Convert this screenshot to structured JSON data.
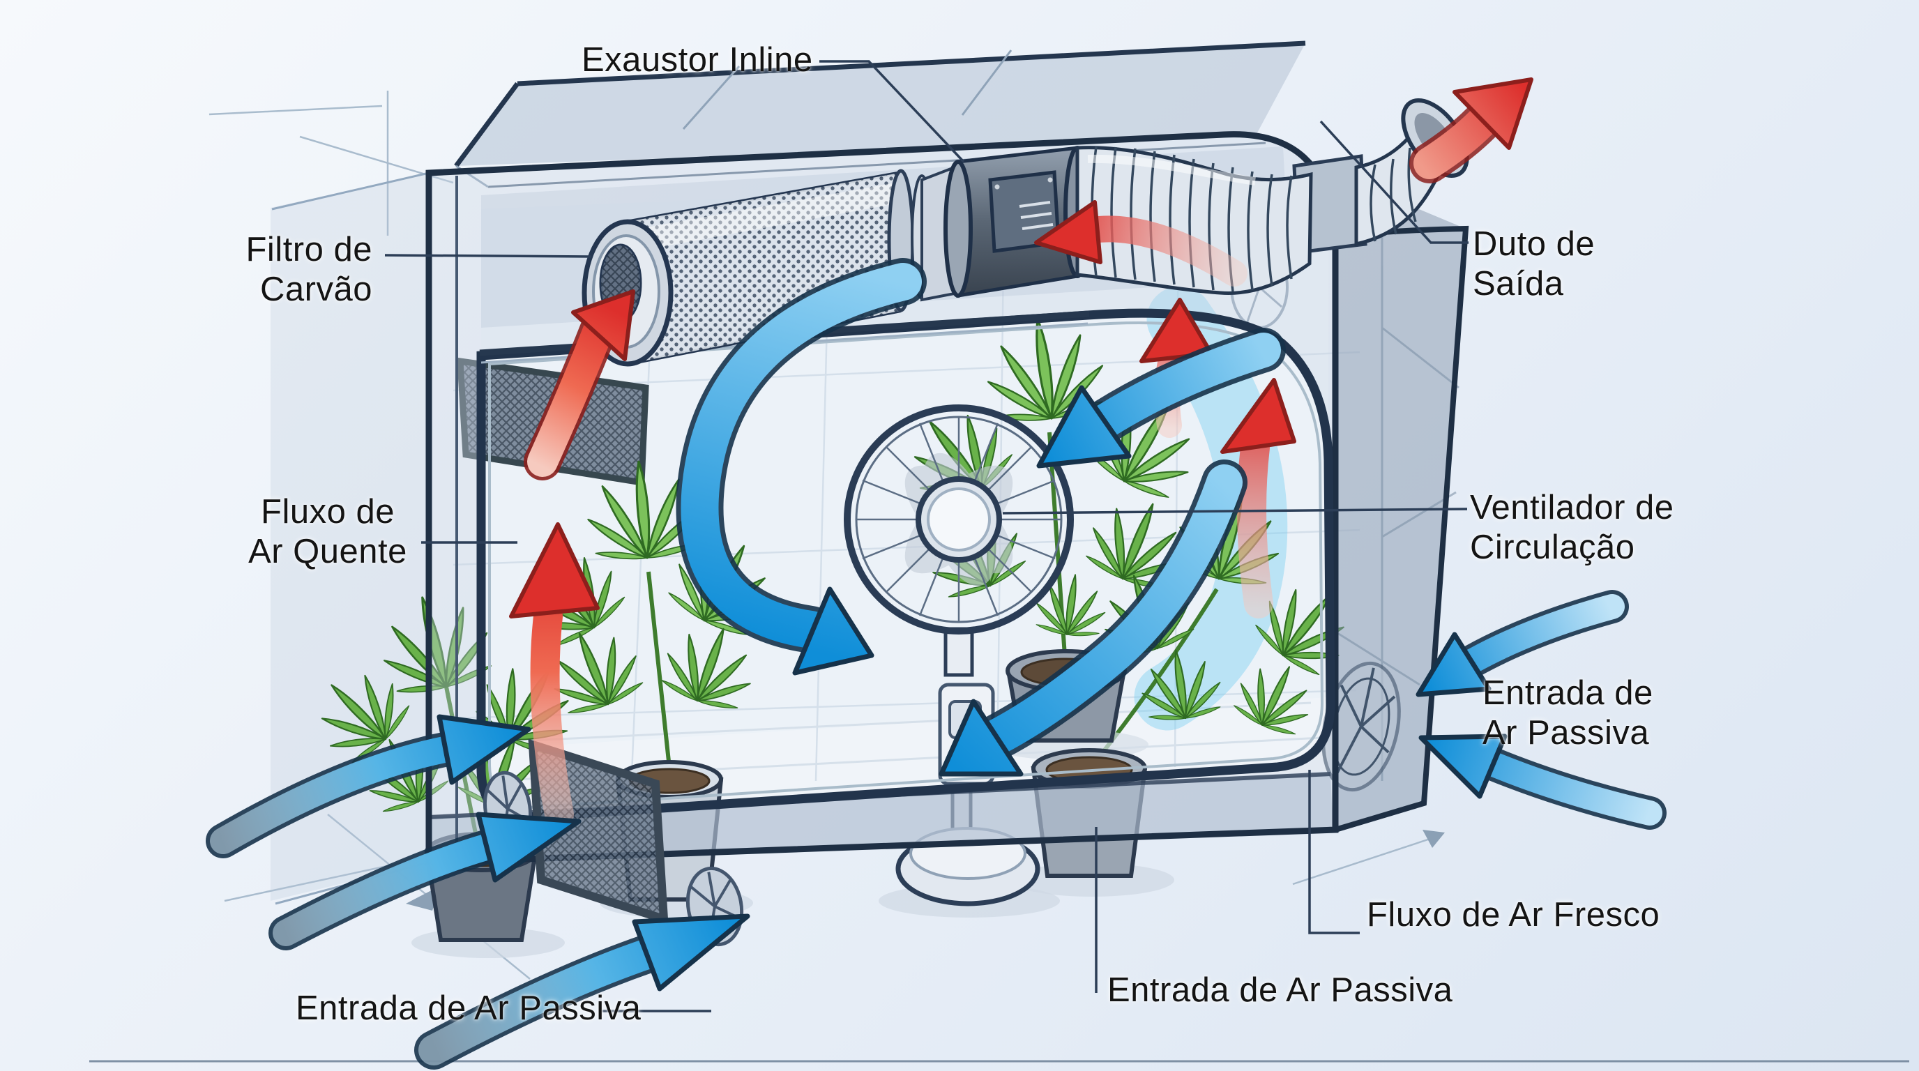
{
  "diagram": {
    "labels": {
      "exhaust_inline": "Exaustor Inline",
      "carbon_filter": [
        "Filtro de",
        "Carvão"
      ],
      "duct_out": [
        "Duto de",
        "Saída"
      ],
      "hot_air_flow": [
        "Fluxo de",
        "Ar Quente"
      ],
      "circulation_fan": [
        "Ventilador de",
        "Circulação"
      ],
      "passive_intake_right": [
        "Entrada de",
        "Ar Passiva"
      ],
      "fresh_air_flow": "Fluxo de Ar Fresco",
      "passive_intake_bottom": "Entrada de Ar Passiva",
      "passive_intake_left": "Entrada de Ar Passiva"
    },
    "colors": {
      "hot_air": "#dd2f2c",
      "fresh_air": "#0f8ed8",
      "outline": "#22344c",
      "foliage": "#5aa23e"
    }
  }
}
